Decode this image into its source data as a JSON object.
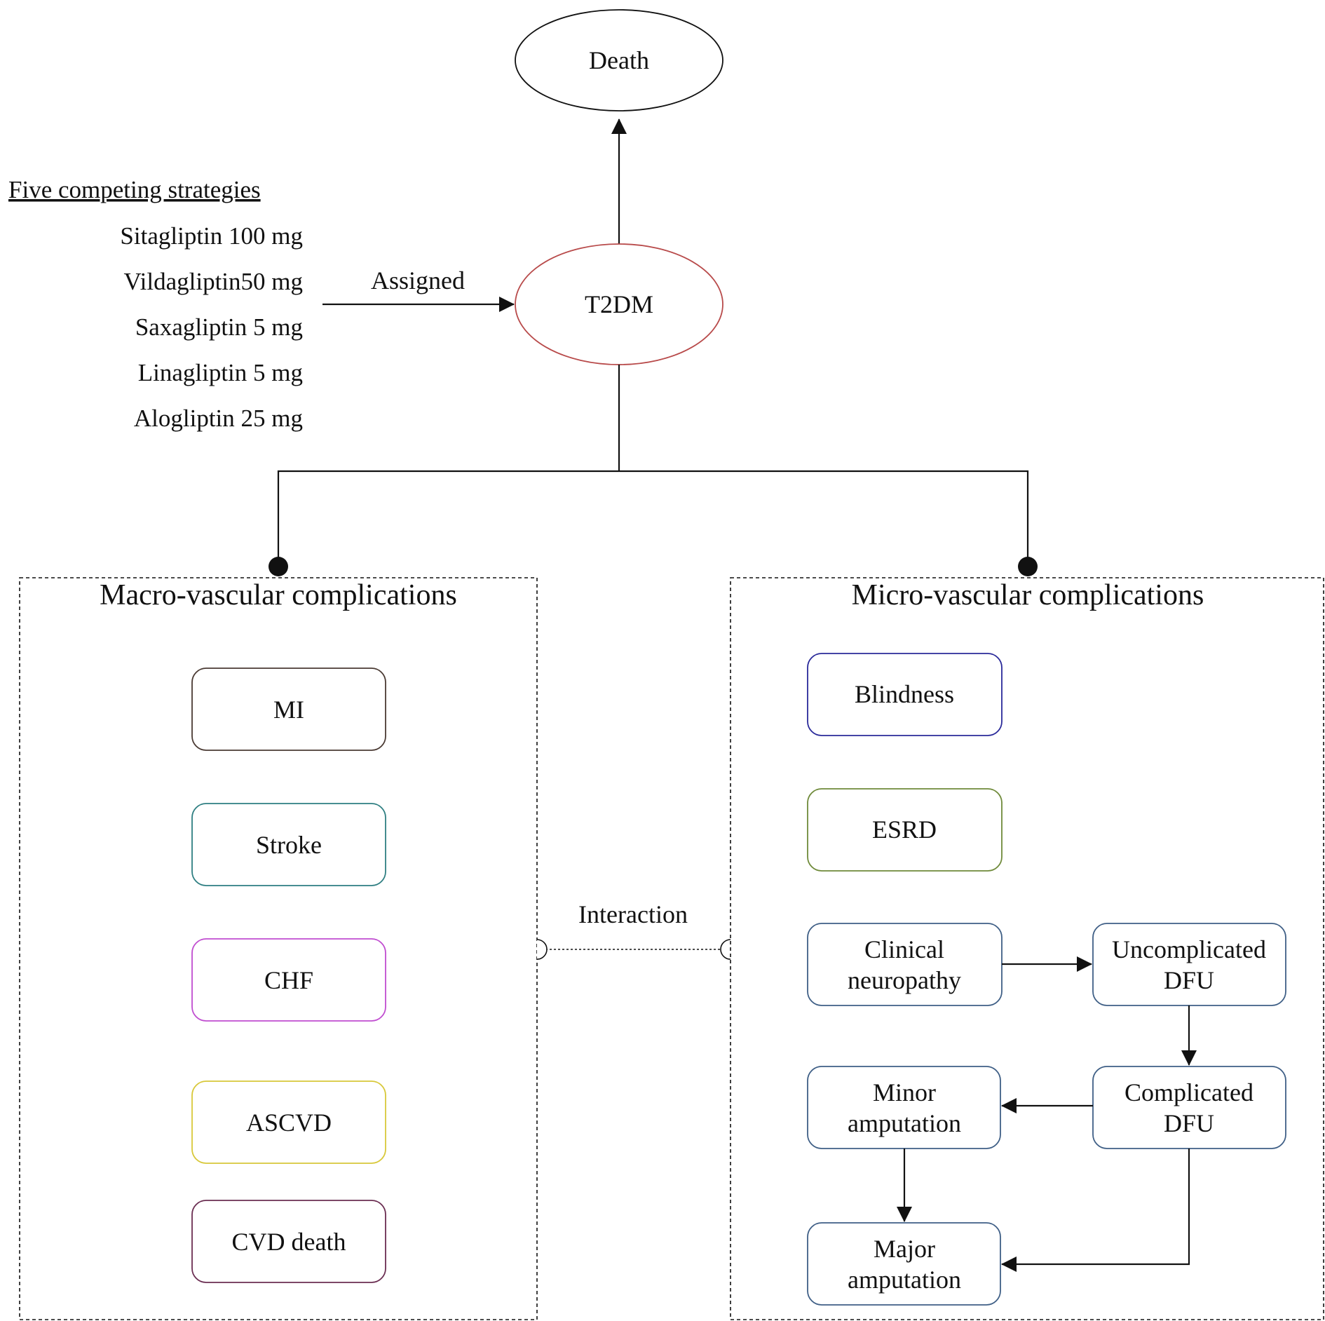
{
  "nodes": {
    "death": "Death",
    "t2dm": "T2DM"
  },
  "strategies": {
    "title": "Five competing strategies",
    "items": [
      "Sitagliptin 100 mg",
      "Vildagliptin50 mg",
      "Saxagliptin 5 mg",
      "Linagliptin 5 mg",
      "Alogliptin 25 mg"
    ]
  },
  "edges": {
    "assigned": "Assigned",
    "interaction": "Interaction"
  },
  "macro": {
    "title": "Macro-vascular complications",
    "items": [
      {
        "label": "MI",
        "color": "#4a3a33"
      },
      {
        "label": "Stroke",
        "color": "#2f7f82"
      },
      {
        "label": "CHF",
        "color": "#c04dd0"
      },
      {
        "label": "ASCVD",
        "color": "#d8c83a"
      },
      {
        "label": "CVD death",
        "color": "#6b2e52"
      }
    ]
  },
  "micro": {
    "title": "Micro-vascular complications",
    "blindness": {
      "label": "Blindness",
      "color": "#2a2a9a"
    },
    "esrd": {
      "label": "ESRD",
      "color": "#6f8a3a"
    },
    "clinical_neuropathy": {
      "lines": [
        "Clinical",
        "neuropathy"
      ],
      "color": "#3f5f86"
    },
    "uncomplicated_dfu": {
      "lines": [
        "Uncomplicated",
        "DFU"
      ],
      "color": "#3f5f86"
    },
    "complicated_dfu": {
      "lines": [
        "Complicated",
        "DFU"
      ],
      "color": "#3f5f86"
    },
    "minor_amputation": {
      "lines": [
        "Minor",
        "amputation"
      ],
      "color": "#3f5f86"
    },
    "major_amputation": {
      "lines": [
        "Major",
        "amputation"
      ],
      "color": "#3f5f86"
    }
  },
  "colors": {
    "t2dm_outline": "#b84a4a",
    "line": "#111111"
  }
}
